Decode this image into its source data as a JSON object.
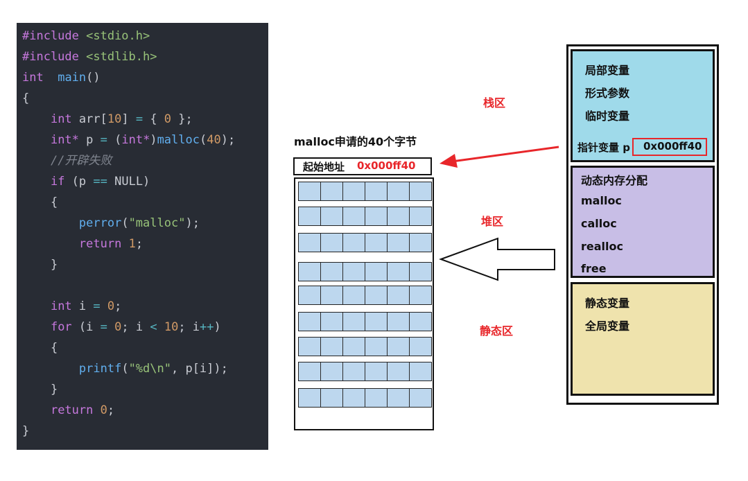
{
  "code": {
    "lines": [
      "#include <stdio.h>",
      "#include <stdlib.h>",
      "int  main()",
      "{",
      "    int arr[10] = { 0 };",
      "    int* p = (int*)malloc(40);",
      "    //开辟失败",
      "    if (p == NULL)",
      "    {",
      "        perror(\"malloc\");",
      "        return 1;",
      "    }",
      "",
      "    int i = 0;",
      "    for (i = 0; i < 10; i++)",
      "    {",
      "        printf(\"%d\\n\", p[i]);",
      "    }",
      "    return 0;",
      "}"
    ]
  },
  "diagram": {
    "heap_title": "malloc申请的40个字节",
    "start_label": "起始地址",
    "start_address": "0x000ff40",
    "heap_rows": 9,
    "heap_cols": 6,
    "region_labels": {
      "stack": "栈区",
      "heap": "堆区",
      "static": "静态区"
    },
    "memory_map": {
      "stack_items": [
        "局部变量",
        "形式参数",
        "临时变量"
      ],
      "pointer_label": "指针变量 p",
      "pointer_value": "0x000ff40",
      "heap_items": [
        "动态内存分配",
        "malloc",
        "calloc",
        "realloc",
        "free"
      ],
      "static_items": [
        "静态变量",
        "全局变量"
      ]
    }
  },
  "colors": {
    "code_bg": "#282c34",
    "stack": "#9fdaea",
    "heap": "#c8bee6",
    "static": "#efe3ad",
    "block_cell": "#bdd7ee",
    "highlight_red": "#e8262a"
  }
}
